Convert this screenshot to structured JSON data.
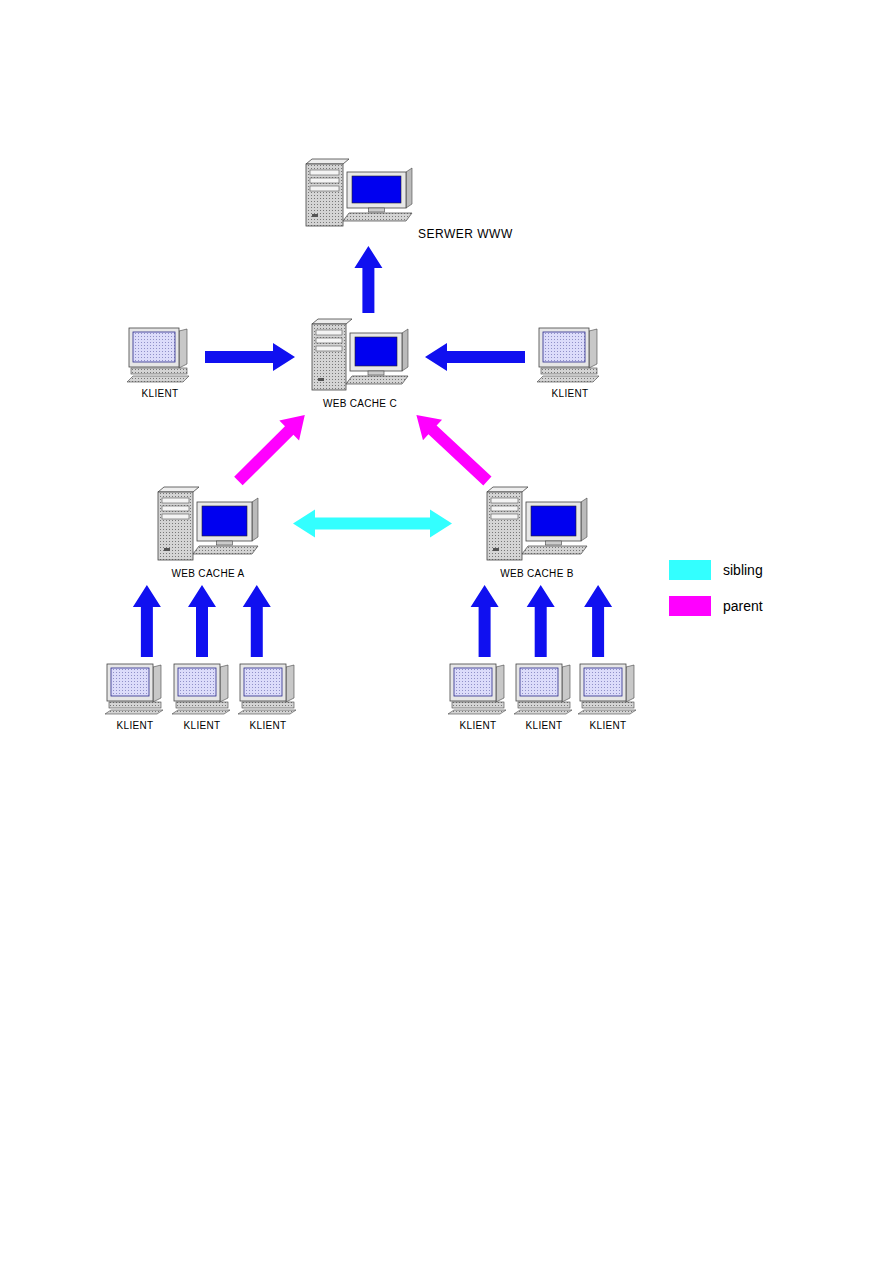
{
  "diagram": {
    "nodes": [
      {
        "text": [
          "SERWER WWW"
        ]
      },
      {
        "text": [
          "KLIENT"
        ]
      },
      {
        "text": [
          "WEB CACHE C"
        ]
      },
      {
        "text": [
          "KLIENT"
        ]
      },
      {
        "text": [
          "WEB CACHE A"
        ]
      },
      {
        "text": [
          "WEB CACHE B"
        ]
      },
      {
        "text": [
          "KLIENT"
        ]
      },
      {
        "text": [
          "KLIENT"
        ]
      },
      {
        "text": [
          "KLIENT"
        ]
      },
      {
        "text": [
          "KLIENT"
        ]
      },
      {
        "text": [
          "KLIENT"
        ]
      },
      {
        "text": [
          "KLIENT"
        ]
      }
    ],
    "edges": [
      {
        "from": 2,
        "to": 0,
        "arrow": "to"
      },
      {
        "from": 1,
        "to": 2,
        "arrow": "to"
      },
      {
        "from": 3,
        "to": 2,
        "arrow": "to"
      },
      {
        "from": 4,
        "to": 2,
        "arrow": "to"
      },
      {
        "from": 5,
        "to": 2,
        "arrow": "to"
      },
      {
        "from": 4,
        "to": 5,
        "arrow": "both"
      },
      {
        "from": 6,
        "to": 4,
        "arrow": "to"
      },
      {
        "from": 7,
        "to": 4,
        "arrow": "to"
      },
      {
        "from": 8,
        "to": 4,
        "arrow": "to"
      },
      {
        "from": 9,
        "to": 5,
        "arrow": "to"
      },
      {
        "from": 10,
        "to": 5,
        "arrow": "to"
      },
      {
        "from": 11,
        "to": 5,
        "arrow": "to"
      }
    ],
    "legend": [
      {
        "text": "sibling",
        "color": "#33ffff"
      },
      {
        "text": "parent",
        "color": "#ff00ff"
      }
    ]
  }
}
